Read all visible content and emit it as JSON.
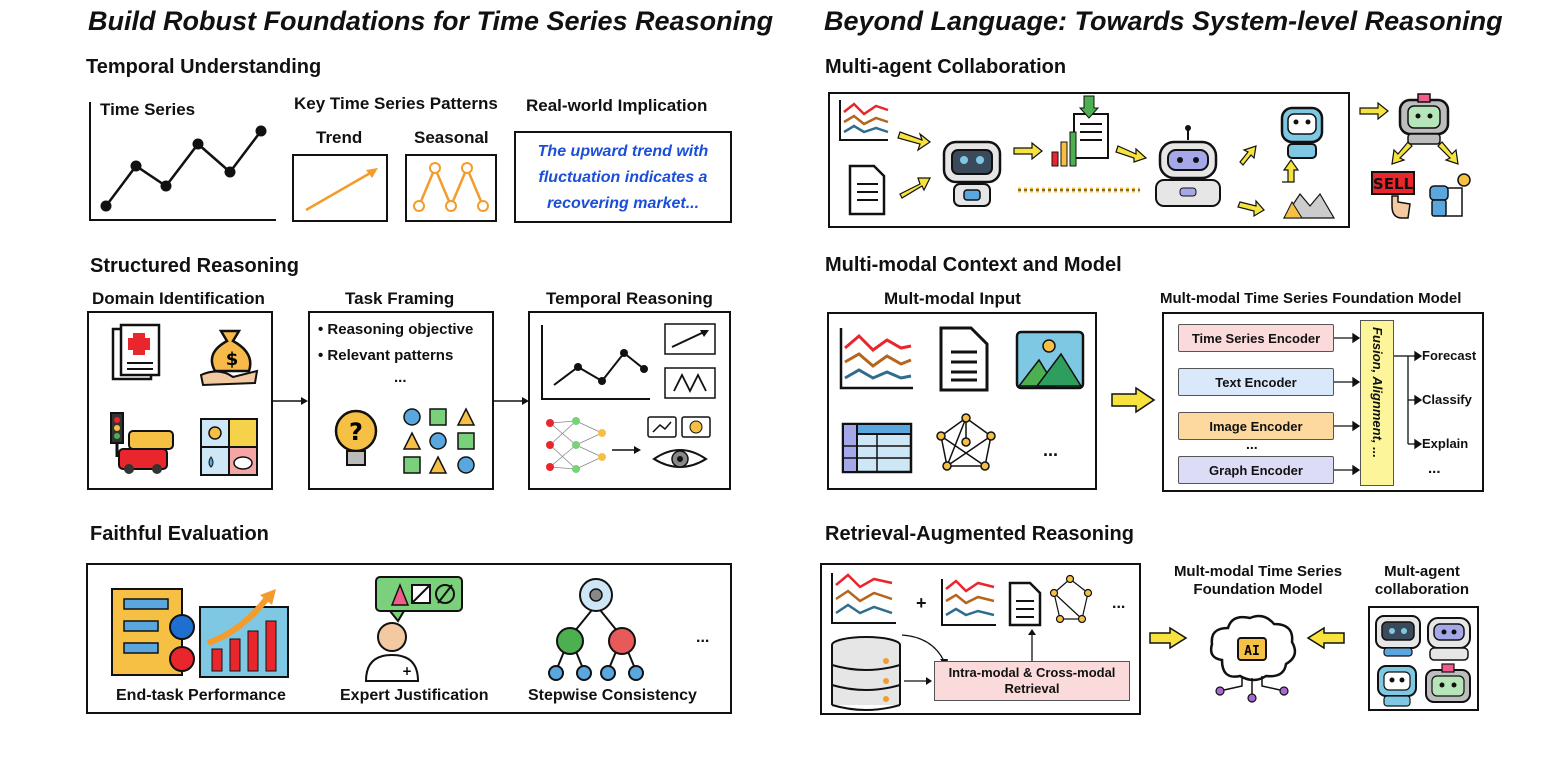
{
  "left": {
    "title": "Build Robust Foundations for Time Series Reasoning",
    "temporal": {
      "heading": "Temporal Understanding",
      "time_series_label": "Time Series",
      "patterns_label": "Key Time Series Patterns",
      "trend_label": "Trend",
      "seasonal_label": "Seasonal",
      "implication_label": "Real-world Implication",
      "implication_text": "The upward trend with fluctuation indicates a recovering market..."
    },
    "structured": {
      "heading": "Structured Reasoning",
      "domain_label": "Domain Identification",
      "task_label": "Task Framing",
      "task_bullet1": "• Reasoning objective",
      "task_bullet2": "• Relevant patterns",
      "task_ellipsis": "...",
      "temporal_label": "Temporal Reasoning"
    },
    "evaluation": {
      "heading": "Faithful Evaluation",
      "end_task": "End-task Performance",
      "expert": "Expert Justification",
      "stepwise": "Stepwise Consistency",
      "ellipsis": "..."
    }
  },
  "right": {
    "title": "Beyond Language: Towards System-level Reasoning",
    "multi_agent": {
      "heading": "Multi-agent Collaboration",
      "sell_label": "SELL"
    },
    "multimodal": {
      "heading": "Multi-modal Context and Model",
      "input_label": "Mult-modal Input",
      "input_ellipsis": "...",
      "model_label": "Mult-modal Time Series Foundation Model",
      "encoders": [
        "Time Series Encoder",
        "Text Encoder",
        "Image Encoder",
        "Graph Encoder"
      ],
      "encoder_ellipsis": "...",
      "fusion_label": "Fusion, Alignment, ...",
      "outputs": [
        "Forecast",
        "Classify",
        "Explain"
      ],
      "output_ellipsis": "..."
    },
    "retrieval": {
      "heading": "Retrieval-Augmented Reasoning",
      "plus": "+",
      "ellipsis": "...",
      "retrieval_label": "Intra-modal & Cross-modal Retrieval",
      "foundation_label": "Mult-modal Time Series Foundation Model",
      "agent_label": "Mult-agent collaboration",
      "ai_label": "AI"
    }
  },
  "colors": {
    "implication_text": "#1b4fd8",
    "arrow_yellow": "#f7e23e",
    "orange": "#f39c2b",
    "ts_red": "#e8262b",
    "ts_brown": "#b5651d",
    "ts_blue": "#2e6d8e",
    "enc_ts": "#fadada",
    "enc_text": "#d9e8fb",
    "enc_image": "#fdd9a0",
    "enc_graph": "#dcdcf7",
    "fusion": "#fcf59a"
  }
}
